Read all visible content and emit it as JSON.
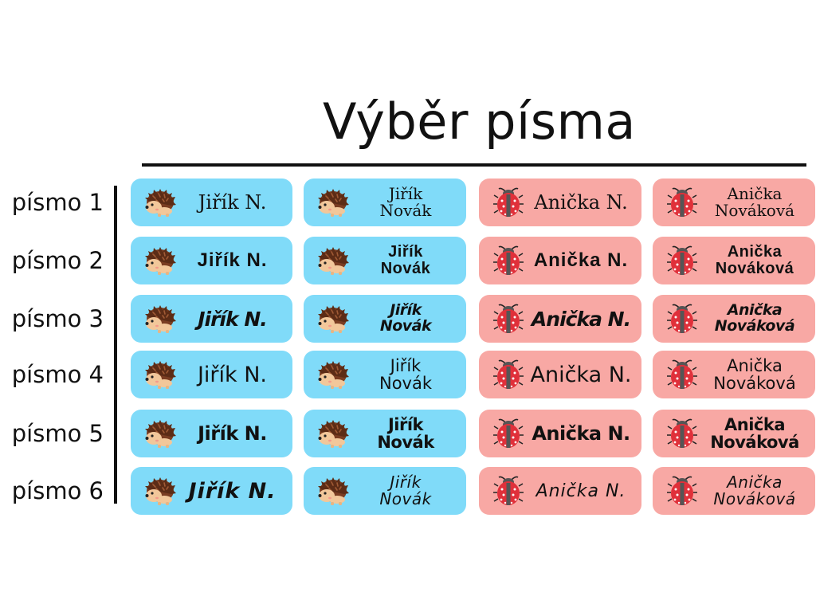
{
  "title": "Výběr písma",
  "colors": {
    "blue_label": "#80dbf9",
    "pink_label": "#f8a8a4",
    "text": "#111111"
  },
  "icons": {
    "blue": "hedgehog-icon",
    "pink": "ladybug-icon"
  },
  "rows": [
    {
      "label": "písmo 1",
      "cards": [
        {
          "color": "blue",
          "lines": [
            "Jiřík N."
          ]
        },
        {
          "color": "blue",
          "lines": [
            "Jiřík",
            "Novák"
          ]
        },
        {
          "color": "pink",
          "lines": [
            "Anička N."
          ]
        },
        {
          "color": "pink",
          "lines": [
            "Anička",
            "Nováková"
          ]
        }
      ]
    },
    {
      "label": "písmo 2",
      "cards": [
        {
          "color": "blue",
          "lines": [
            "Jiřík N."
          ]
        },
        {
          "color": "blue",
          "lines": [
            "Jiřík",
            "Novák"
          ]
        },
        {
          "color": "pink",
          "lines": [
            "Anička N."
          ]
        },
        {
          "color": "pink",
          "lines": [
            "Anička",
            "Nováková"
          ]
        }
      ]
    },
    {
      "label": "písmo 3",
      "cards": [
        {
          "color": "blue",
          "lines": [
            "Jiřík N."
          ]
        },
        {
          "color": "blue",
          "lines": [
            "Jiřík",
            "Novák"
          ]
        },
        {
          "color": "pink",
          "lines": [
            "Anička N."
          ]
        },
        {
          "color": "pink",
          "lines": [
            "Anička",
            "Nováková"
          ]
        }
      ]
    },
    {
      "label": "písmo 4",
      "cards": [
        {
          "color": "blue",
          "lines": [
            "Jiřík N."
          ]
        },
        {
          "color": "blue",
          "lines": [
            "Jiřík",
            "Novák"
          ]
        },
        {
          "color": "pink",
          "lines": [
            "Anička N."
          ]
        },
        {
          "color": "pink",
          "lines": [
            "Anička",
            "Nováková"
          ]
        }
      ]
    },
    {
      "label": "písmo 5",
      "cards": [
        {
          "color": "blue",
          "lines": [
            "Jiřík N."
          ]
        },
        {
          "color": "blue",
          "lines": [
            "Jiřík",
            "Novák"
          ]
        },
        {
          "color": "pink",
          "lines": [
            "Anička N."
          ]
        },
        {
          "color": "pink",
          "lines": [
            "Anička",
            "Nováková"
          ]
        }
      ]
    },
    {
      "label": "písmo 6",
      "cards": [
        {
          "color": "blue",
          "lines": [
            "Jiřík N."
          ]
        },
        {
          "color": "blue",
          "lines": [
            "Jiřík",
            "Novák"
          ]
        },
        {
          "color": "pink",
          "lines": [
            "Anička N."
          ]
        },
        {
          "color": "pink",
          "lines": [
            "Anička",
            "Nováková"
          ]
        }
      ]
    }
  ]
}
